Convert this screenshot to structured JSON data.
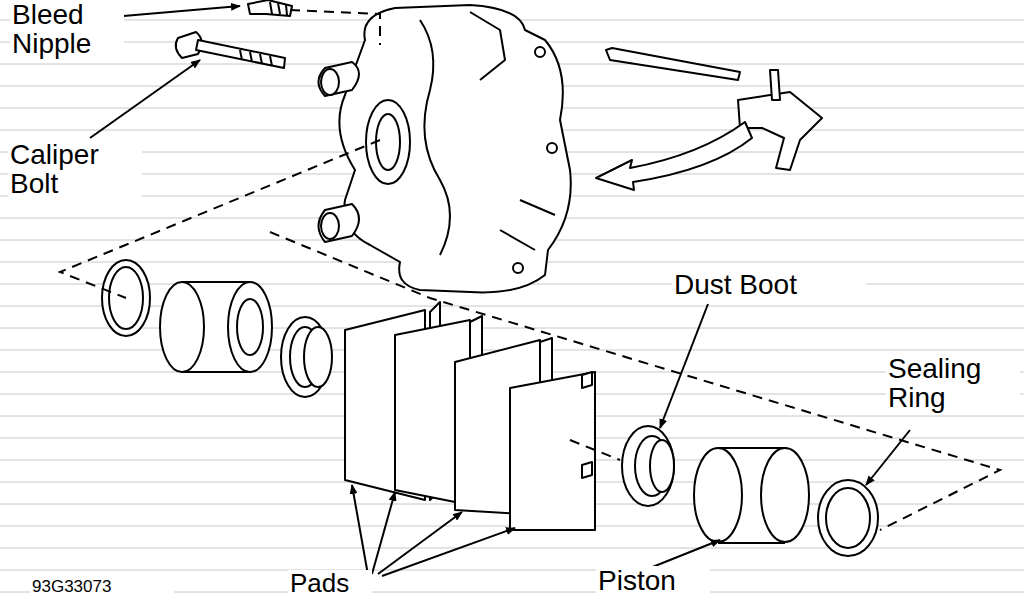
{
  "diagram": {
    "labels": [
      "Bleed Nipple",
      "Caliper Bolt",
      "Dust Boot",
      "Sealing Ring",
      "Piston",
      "Pads",
      "93G33073"
    ]
  }
}
